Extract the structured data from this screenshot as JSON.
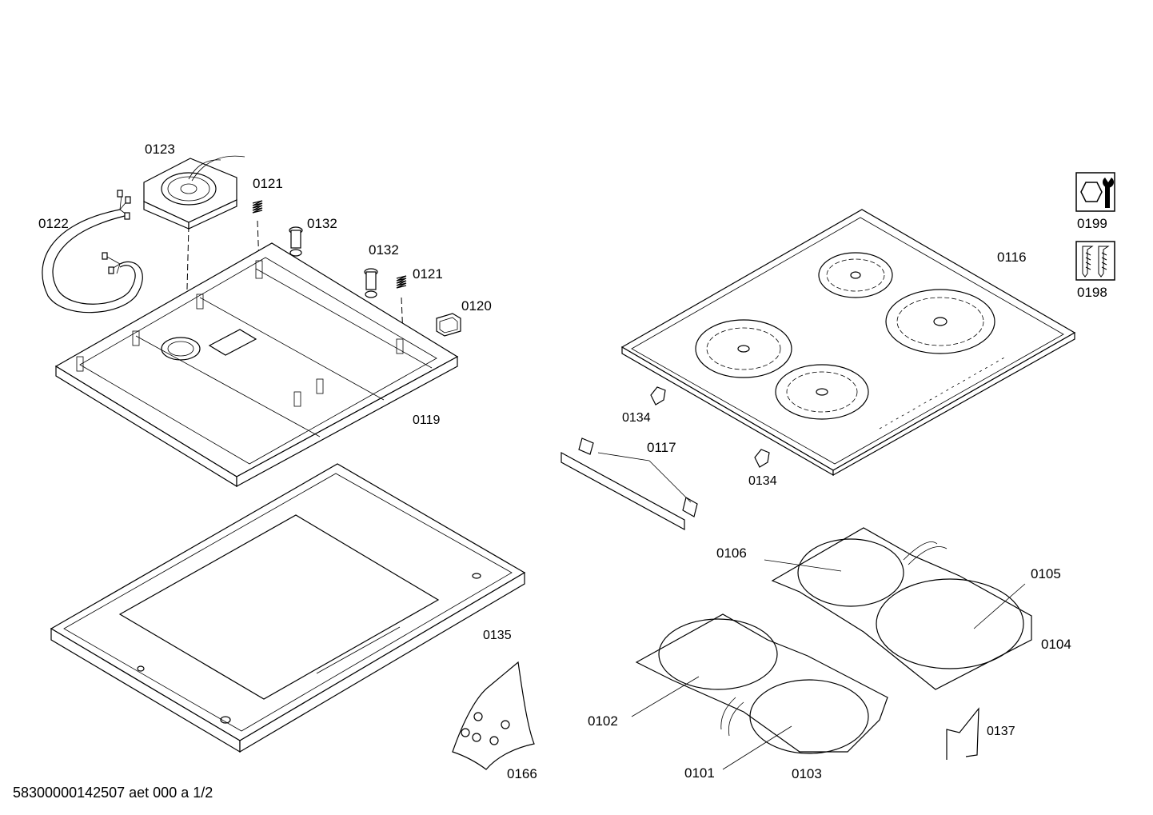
{
  "labels": {
    "p0123": "0123",
    "p0122": "0122",
    "p0121_top": "0121",
    "p0132_top": "0132",
    "p0132_mid": "0132",
    "p0121_mid": "0121",
    "p0120": "0120",
    "p0119": "0119",
    "p0116": "0116",
    "p0199": "0199",
    "p0198": "0198",
    "p0134_left": "0134",
    "p0134_right": "0134",
    "p0117": "0117",
    "p0106": "0106",
    "p0105": "0105",
    "p0104": "0104",
    "p0135": "0135",
    "p0102": "0102",
    "p0101": "0101",
    "p0103": "0103",
    "p0137": "0137",
    "p0166": "0166"
  },
  "footer": "58300000142507 aet 000 a 1/2",
  "icons": {
    "service_icon": "wrench-nut-icon",
    "screws_icon": "screws-icon"
  }
}
